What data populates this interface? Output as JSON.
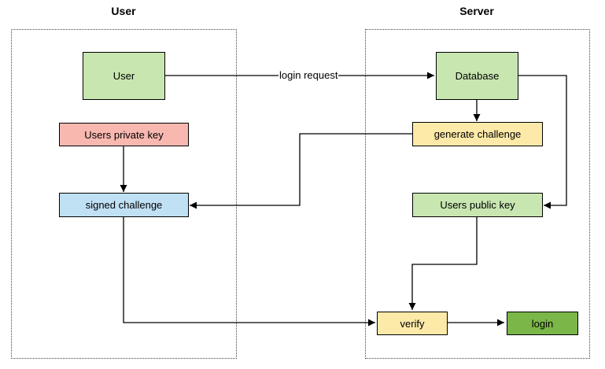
{
  "lanes": {
    "user": {
      "title": "User"
    },
    "server": {
      "title": "Server"
    }
  },
  "nodes": {
    "user": {
      "label": "User",
      "color": "#c8e6b0"
    },
    "private_key": {
      "label": "Users private key",
      "color": "#f8b8b0"
    },
    "signed_challenge": {
      "label": "signed challenge",
      "color": "#c0e0f4"
    },
    "database": {
      "label": "Database",
      "color": "#c8e6b0"
    },
    "generate_challenge": {
      "label": "generate challenge",
      "color": "#fde9a8"
    },
    "public_key": {
      "label": "Users public key",
      "color": "#c8e6b0"
    },
    "verify": {
      "label": "verify",
      "color": "#fde9a8"
    },
    "login": {
      "label": "login",
      "color": "#7ab648"
    }
  },
  "edges": {
    "login_request": {
      "label": "login request"
    }
  }
}
